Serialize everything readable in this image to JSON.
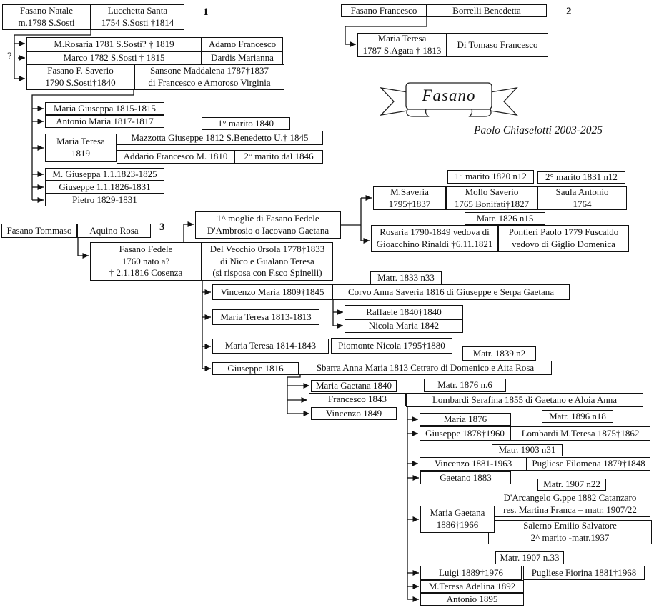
{
  "banner": {
    "title": "Fasano",
    "credit": "Paolo Chiaselotti 2003-2025"
  },
  "figure_numbers": {
    "one": "1",
    "two": "2",
    "three": "3"
  },
  "uncertainty_mark": "?",
  "colors": {
    "line": "#111111",
    "box_border": "#111111",
    "background": "#ffffff"
  },
  "boxes": {
    "fasano_natale": "Fasano Natale\nm.1798 S.Sosti",
    "lucchetta_santa": "Lucchetta Santa\n1754 S.Sosti †1814",
    "m_rosaria": "M.Rosaria 1781 S.Sosti? † 1819",
    "adamo_francesco": "Adamo Francesco",
    "marco_1782": "Marco 1782 S.Sosti † 1815",
    "dardis_marianna": "Dardis Marianna",
    "fasano_f_saverio": "Fasano F. Saverio\n1790 S.Sosti†1840",
    "sansone_maddalena": "Sansone Maddalena 1787†1837\ndi Francesco e Amoroso Virginia",
    "maria_giuseppa_1815": "Maria Giuseppa 1815-1815",
    "antonio_maria_1817": "Antonio Maria 1817-1817",
    "primo_marito_1840": "1° marito 1840",
    "maria_teresa_1819": "Maria Teresa\n1819",
    "mazzotta_giuseppe": "Mazzotta Giuseppe 1812 S.Benedetto U.† 1845",
    "addario_francesco": "Addario Francesco M. 1810",
    "secondo_marito_1846": "2° marito dal 1846",
    "m_giuseppa_1823": "M. Giuseppa 1.1.1823-1825",
    "giuseppe_1826": "Giuseppe 1.1.1826-1831",
    "pietro_1829": "Pietro 1829-1831",
    "fasano_francesco": "Fasano Francesco",
    "borrelli_benedetta": "Borrelli Benedetta",
    "maria_teresa_1787": "Maria Teresa\n1787 S.Agata † 1813",
    "di_tomaso_francesco": "Di Tomaso Francesco",
    "fasano_tommaso": "Fasano Tommaso",
    "aquino_rosa": "Aquino Rosa",
    "prima_moglie": "1^ moglie di Fasano Fedele\nD'Ambrosio o Iacovano Gaetana",
    "fasano_fedele": "Fasano Fedele\n1760 nato a?\n† 2.1.1816 Cosenza",
    "del_vecchio_orsola": "Del Vecchio 0rsola 1778†1833\ndi Nico e Gualano Teresa\n(si risposa con F.sco Spinelli)",
    "primo_marito_1820": "1° marito 1820 n12",
    "secondo_marito_1831": "2° marito 1831 n12",
    "m_saveria": "M.Saveria\n1795†1837",
    "mollo_saverio": "Mollo Saverio\n1765 Bonifati†1827",
    "saula_antonio": "Saula Antonio\n1764",
    "matr_1826": "Matr. 1826 n15",
    "rosaria_1790": "Rosaria 1790-1849 vedova di\nGioacchino Rinaldi †6.11.1821",
    "pontieri_paolo": "Pontieri Paolo 1779 Fuscaldo\nvedovo di Giglio Domenica",
    "matr_1833": "Matr. 1833 n33",
    "vincenzo_maria_1809": "Vincenzo Maria 1809†1845",
    "corvo_anna": "Corvo Anna Saveria 1816 di Giuseppe e Serpa Gaetana",
    "maria_teresa_1813": "Maria Teresa 1813-1813",
    "raffaele_1840": "Raffaele 1840†1840",
    "nicola_maria_1842": "Nicola Maria 1842",
    "maria_teresa_1814": "Maria Teresa 1814-1843",
    "piomonte_nicola": "Piomonte Nicola 1795†1880",
    "matr_1839": "Matr. 1839 n2",
    "giuseppe_1816": "Giuseppe 1816",
    "sbarra_anna": "Sbarra Anna Maria 1813 Cetraro di Domenico e Aita Rosa",
    "maria_gaetana_1840": "Maria Gaetana 1840",
    "matr_1876": "Matr. 1876 n.6",
    "francesco_1843": "Francesco 1843",
    "lombardi_serafina": "Lombardi Serafina 1855 di Gaetano e Aloia Anna",
    "vincenzo_1849": "Vincenzo 1849",
    "maria_1876": "Maria 1876",
    "matr_1896": "Matr. 1896 n18",
    "giuseppe_1878": "Giuseppe 1878†1960",
    "lombardi_m_teresa": "Lombardi M.Teresa 1875†1862",
    "matr_1903": "Matr. 1903 n31",
    "vincenzo_1881": "Vincenzo 1881-1963",
    "pugliese_filomena": "Pugliese Filomena 1879†1848",
    "gaetano_1883": "Gaetano 1883",
    "matr_1907_n22": "Matr. 1907 n22",
    "d_arcangelo": "D'Arcangelo G.ppe 1882 Catanzaro\nres. Martina Franca – matr. 1907/22",
    "maria_gaetana_1886": "Maria Gaetana\n1886†1966",
    "salerno_emilio": "Salerno Emilio Salvatore\n2^ marito -matr.1937",
    "matr_1907_n33": "Matr. 1907 n.33",
    "luigi_1889": "Luigi 1889†1976",
    "pugliese_fiorina": "Pugliese Fiorina 1881†1968",
    "m_teresa_adelina": "M.Teresa Adelina 1892",
    "antonio_1895": "Antonio 1895"
  }
}
